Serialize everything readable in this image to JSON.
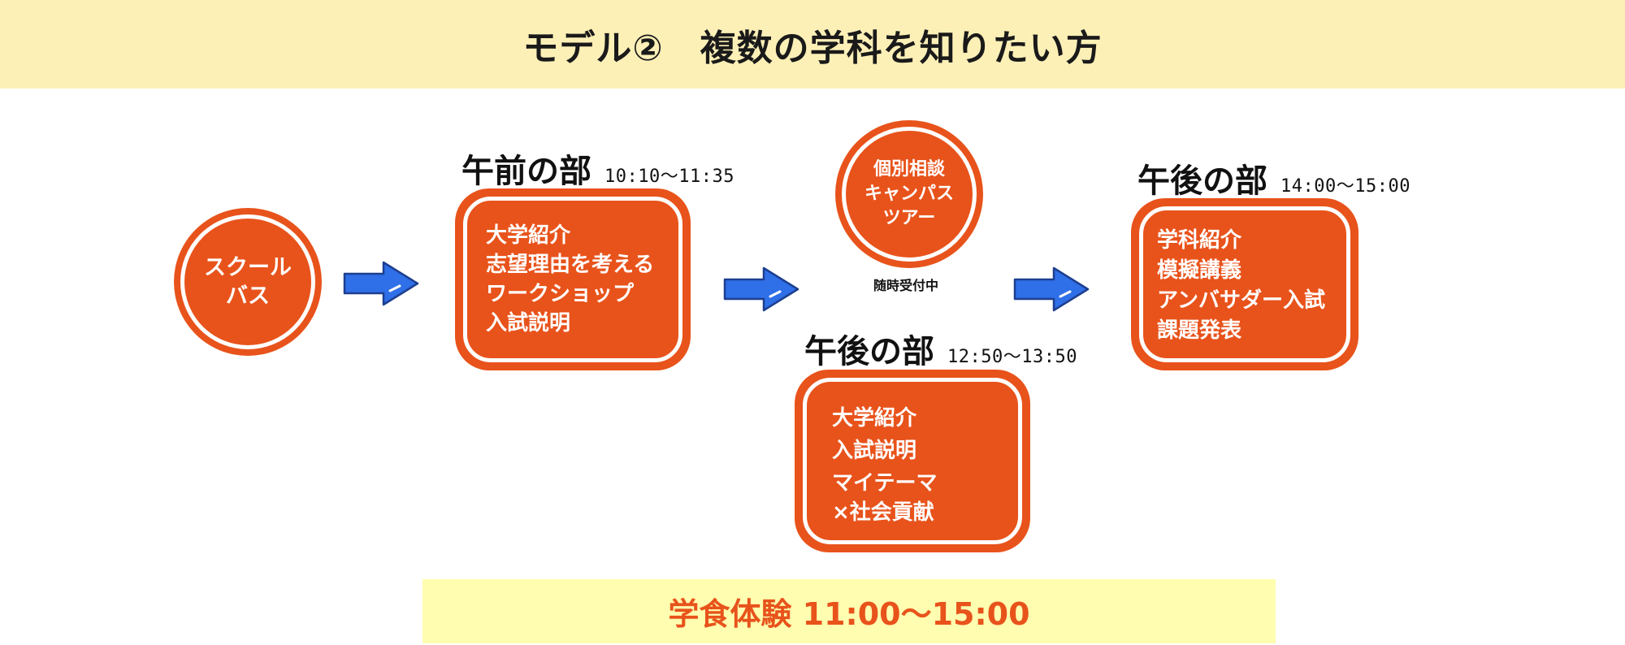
{
  "header": {
    "title": "モデル②　複数の学科を知りたい方"
  },
  "school_bus": {
    "label_line1": "スクール",
    "label_line2": "バス"
  },
  "morning": {
    "title": "午前の部",
    "time": "10:10～11:35",
    "items": [
      "大学紹介",
      "志望理由を考える",
      "ワークショップ",
      "入試説明"
    ]
  },
  "consult": {
    "line1": "個別相談",
    "line2": "キャンパス",
    "line3": "ツアー",
    "note": "随時受付中"
  },
  "afternoon_a": {
    "title": "午後の部",
    "time": "12:50～13:50",
    "items": [
      "大学紹介",
      "入試説明",
      "マイテーマ",
      "×社会貢献"
    ]
  },
  "afternoon_b": {
    "title": "午後の部",
    "time": "14:00～15:00",
    "items": [
      "学科紹介",
      "模擬講義",
      "アンバサダー入試",
      "課題発表"
    ]
  },
  "footer": {
    "text": "学食体験 11:00～15:00"
  },
  "colors": {
    "accent": "#e8531b",
    "arrow": "#2f6fe8",
    "header_bg": "#fdf0b7",
    "footer_bg": "#fffdb0"
  }
}
